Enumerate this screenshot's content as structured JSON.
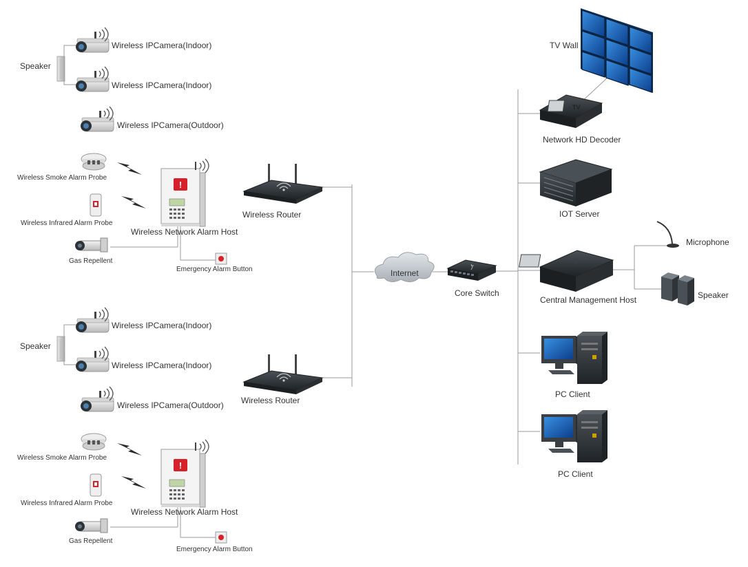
{
  "section_top": {
    "speaker": "Speaker",
    "camera_1": "Wireless  IPCamera(Indoor)",
    "camera_2": "Wireless  IPCamera(Indoor)",
    "camera_3": "Wireless  IPCamera(Outdoor)",
    "smoke_probe": "Wireless Smoke Alarm Probe",
    "infrared_probe": "Wireless Infrared Alarm Probe",
    "alarm_host": "Wireless Network Alarm Host",
    "gas_repellent": "Gas Repellent",
    "emergency_button": "Emergency Alarm Button",
    "router": "Wireless  Router"
  },
  "section_bottom": {
    "speaker": "Speaker",
    "camera_1": "Wireless  IPCamera(Indoor)",
    "camera_2": "Wireless  IPCamera(Indoor)",
    "camera_3": "Wireless  IPCamera(Outdoor)",
    "smoke_probe": "Wireless Smoke Alarm Probe",
    "infrared_probe": "Wireless Infrared Alarm Probe",
    "alarm_host": "Wireless Network Alarm Host",
    "gas_repellent": "Gas Repellent",
    "emergency_button": "Emergency Alarm Button",
    "router": "Wireless  Router"
  },
  "core": {
    "internet": "Internet",
    "core_switch": "Core Switch"
  },
  "right": {
    "tv_wall": "TV Wall",
    "decoder": "Network HD Decoder",
    "decoder_screen": "TV",
    "iot_server": "IOT Server",
    "management_host": "Central Management Host",
    "microphone": "Microphone",
    "speaker": "Speaker",
    "pc_client_1": "PC Client",
    "pc_client_2": "PC Client"
  },
  "colors": {
    "line": "#9a9a9a",
    "screen_blue": "#1a5fb4",
    "device_dark": "#2f3438",
    "alarm_red": "#d8202a",
    "lightning": "#2b2b2b"
  }
}
